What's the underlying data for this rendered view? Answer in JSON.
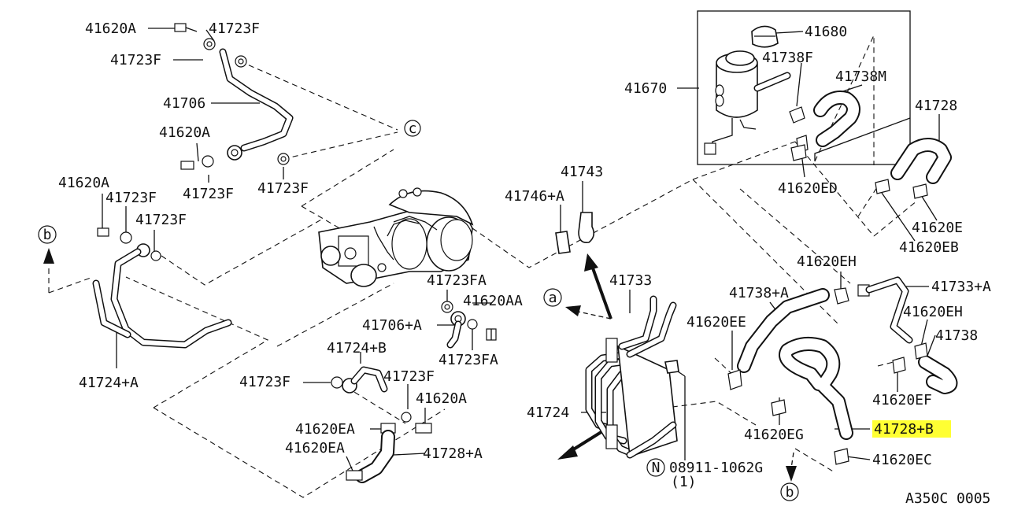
{
  "diagram_code": "A350C 0005",
  "highlight_color": "#ffff33",
  "callouts": {
    "c_41620A_1": "41620A",
    "c_41723F_1": "41723F",
    "c_41723F_2": "41723F",
    "c_41706": "41706",
    "c_41620A_2": "41620A",
    "c_41723F_3": "41723F",
    "c_41723F_4": "41723F",
    "c_41620A_3": "41620A",
    "c_41723F_5": "41723F",
    "c_41723F_6": "41723F",
    "c_41724A": "41724+A",
    "c_41723FA_1": "41723FA",
    "c_41620AA": "41620AA",
    "c_41706A": "41706+A",
    "c_41723FA_2": "41723FA",
    "c_41724B": "41724+B",
    "c_41723F_7": "41723F",
    "c_41723F_8": "41723F",
    "c_41620A_4": "41620A",
    "c_41620EA_1": "41620EA",
    "c_41620EA_2": "41620EA",
    "c_41728A": "41728+A",
    "c_41680": "41680",
    "c_41738F": "41738F",
    "c_41670": "41670",
    "c_41738M": "41738M",
    "c_41728": "41728",
    "c_41620ED": "41620ED",
    "c_41743": "41743",
    "c_41746A": "41746+A",
    "c_41620E": "41620E",
    "c_41620EB": "41620EB",
    "c_41620EH_1": "41620EH",
    "c_41733A": "41733+A",
    "c_41733": "41733",
    "c_41738A": "41738+A",
    "c_41620EE": "41620EE",
    "c_41620EH_2": "41620EH",
    "c_41738": "41738",
    "c_41620EF": "41620EF",
    "c_41724": "41724",
    "c_41728B": "41728+B",
    "c_41620EG": "41620EG",
    "c_41620EC": "41620EC",
    "c_08911": "08911-1062G",
    "c_08911_qty": "(1)"
  },
  "ref_markers": {
    "c": "c",
    "b1": "b",
    "a": "a",
    "n": "N",
    "b2": "b"
  }
}
